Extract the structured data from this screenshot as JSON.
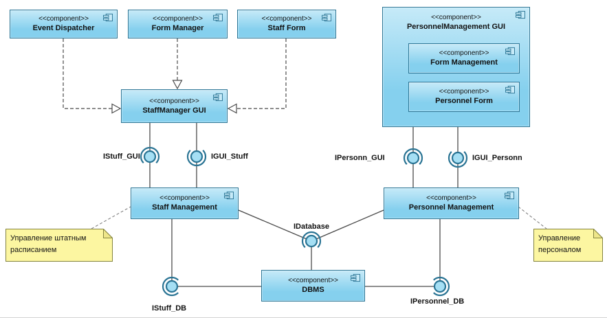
{
  "stereotype": "<<component>>",
  "components": {
    "event_dispatcher": {
      "label": "Event Dispatcher"
    },
    "form_manager": {
      "label": "Form Manager"
    },
    "staff_form": {
      "label": "Staff Form"
    },
    "personnel_management_gui": {
      "label": "PersonnelManagement GUI"
    },
    "form_management": {
      "label": "Form Management"
    },
    "personnel_form": {
      "label": "Personnel Form"
    },
    "staffmanager_gui": {
      "label": "StaffManager GUI"
    },
    "staff_management": {
      "label": "Staff Management"
    },
    "personnel_management": {
      "label": "Personnel Management"
    },
    "dbms": {
      "label": "DBMS"
    }
  },
  "interfaces": {
    "istuff_gui": "IStuff_GUI",
    "igui_stuff": "IGUI_Stuff",
    "ipersonn_gui": "IPersonn_GUI",
    "igui_personn": "IGUI_Personn",
    "idatabase": "IDatabase",
    "istuff_db": "IStuff_DB",
    "ipersonnel_db": "IPersonnel_DB"
  },
  "notes": {
    "staff_note": "Управление штатным расписанием",
    "personnel_note": "Управление персоналом"
  },
  "colors": {
    "component_fill": "#85d0ee",
    "component_fill_light": "#c6eaf8",
    "component_border": "#2a7494",
    "ball_fill": "#a5dff4",
    "note_fill": "#fcf6a1",
    "note_border": "#84843f",
    "note_fold": "#eee68a",
    "line": "#4b4b4b",
    "text": "#111111"
  }
}
